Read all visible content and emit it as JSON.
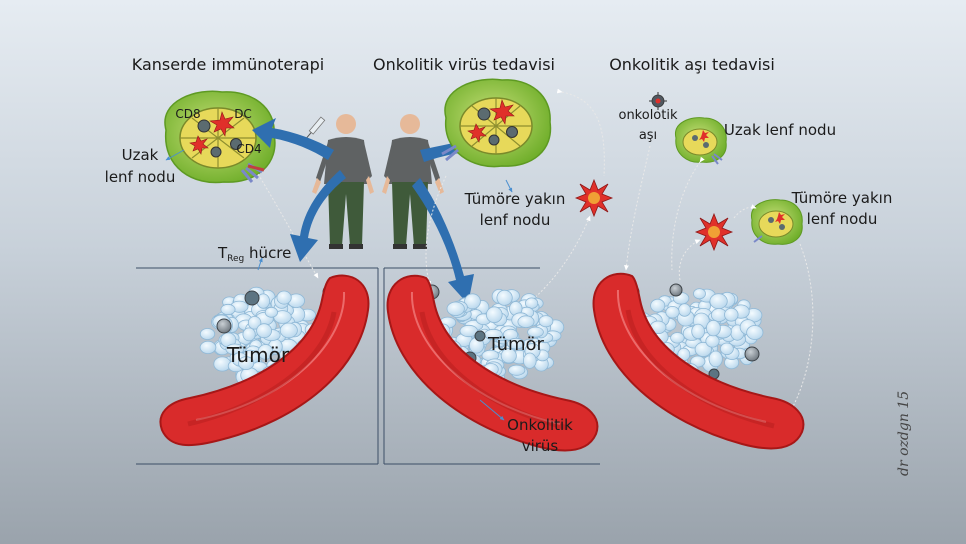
{
  "panels": [
    {
      "title": "Kanserde immünoterapi"
    },
    {
      "title": "Onkolitik virüs tedavisi"
    },
    {
      "title": "Onkolitik aşı tedavisi"
    }
  ],
  "labels": {
    "cd8": "CD8",
    "dc": "DC",
    "cd4": "CD4",
    "uzak_line1": "Uzak",
    "uzak_line2": "lenf nodu",
    "treg_t": "T",
    "treg_sub": "Reg",
    "treg_hucre": " hücre",
    "tumor_left": "Tümör",
    "tumor_mid": "Tümör",
    "yakin_line1": "Tümöre yakın",
    "yakin_line2": "lenf nodu",
    "onk_virus_line1": "Onkolitik",
    "onk_virus_line2": "virüs",
    "onk_asi_line1": "onkolotik",
    "onk_asi_line2": "aşı",
    "uzak_right": "Uzak lenf nodu",
    "yakin_right_line1": "Tümöre yakın",
    "yakin_right_line2": "lenf nodu"
  },
  "signature": "dr ozdgn 15",
  "colors": {
    "vessel": "#d92b2b",
    "vessel_dark": "#a71717",
    "vessel_light": "#f07a7a",
    "tumor_cell": "#cfe6f6",
    "tumor_stroke": "#8fb8d6",
    "lymph_green": "#8fc63f",
    "lymph_yellow": "#e9dd5a",
    "arrow_blue": "#2f6fb0",
    "shirt": "#5f6263",
    "pants": "#3f5a3a",
    "skin": "#e6b999",
    "dc_red": "#e0302a"
  }
}
